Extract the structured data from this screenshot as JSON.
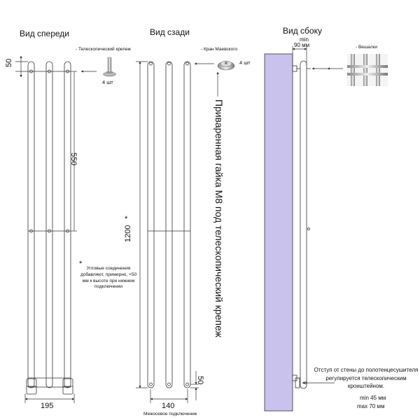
{
  "views": {
    "front": "Вид спереди",
    "back": "Вид сзади",
    "side": "Вид сбоку"
  },
  "callouts": {
    "telescopic": "- Телескопический крепеж",
    "telescopic_qty": "4 шт",
    "mayevsky": "- Кран Маевского",
    "mayevsky_qty": "4 шт",
    "hangers": "- Вешалки"
  },
  "dims": {
    "top_offset": "50",
    "span_550": "550",
    "height_1200": "1200",
    "asterisk": "*",
    "width_195": "195",
    "bottom_50": "50",
    "axis_140": "140",
    "axis_caption": "Межосевое подключение",
    "side_min": "min",
    "side_90": "90 мм"
  },
  "notes": {
    "corner_star": "*",
    "corner_text": "Угловые соединения добавляют, примерно, +50 мм к высоте при нижнем подключении",
    "welded_nut": "Приваренная гайка М8 под телескопический крепеж",
    "offset": "Отступ от стены до полотенцесушителя регулируется телескопическим кронштейном.",
    "offset_min": "min 45 мм",
    "offset_max": "max 70 мм"
  },
  "colors": {
    "wall": "#c9c2ec",
    "line": "#333333"
  }
}
